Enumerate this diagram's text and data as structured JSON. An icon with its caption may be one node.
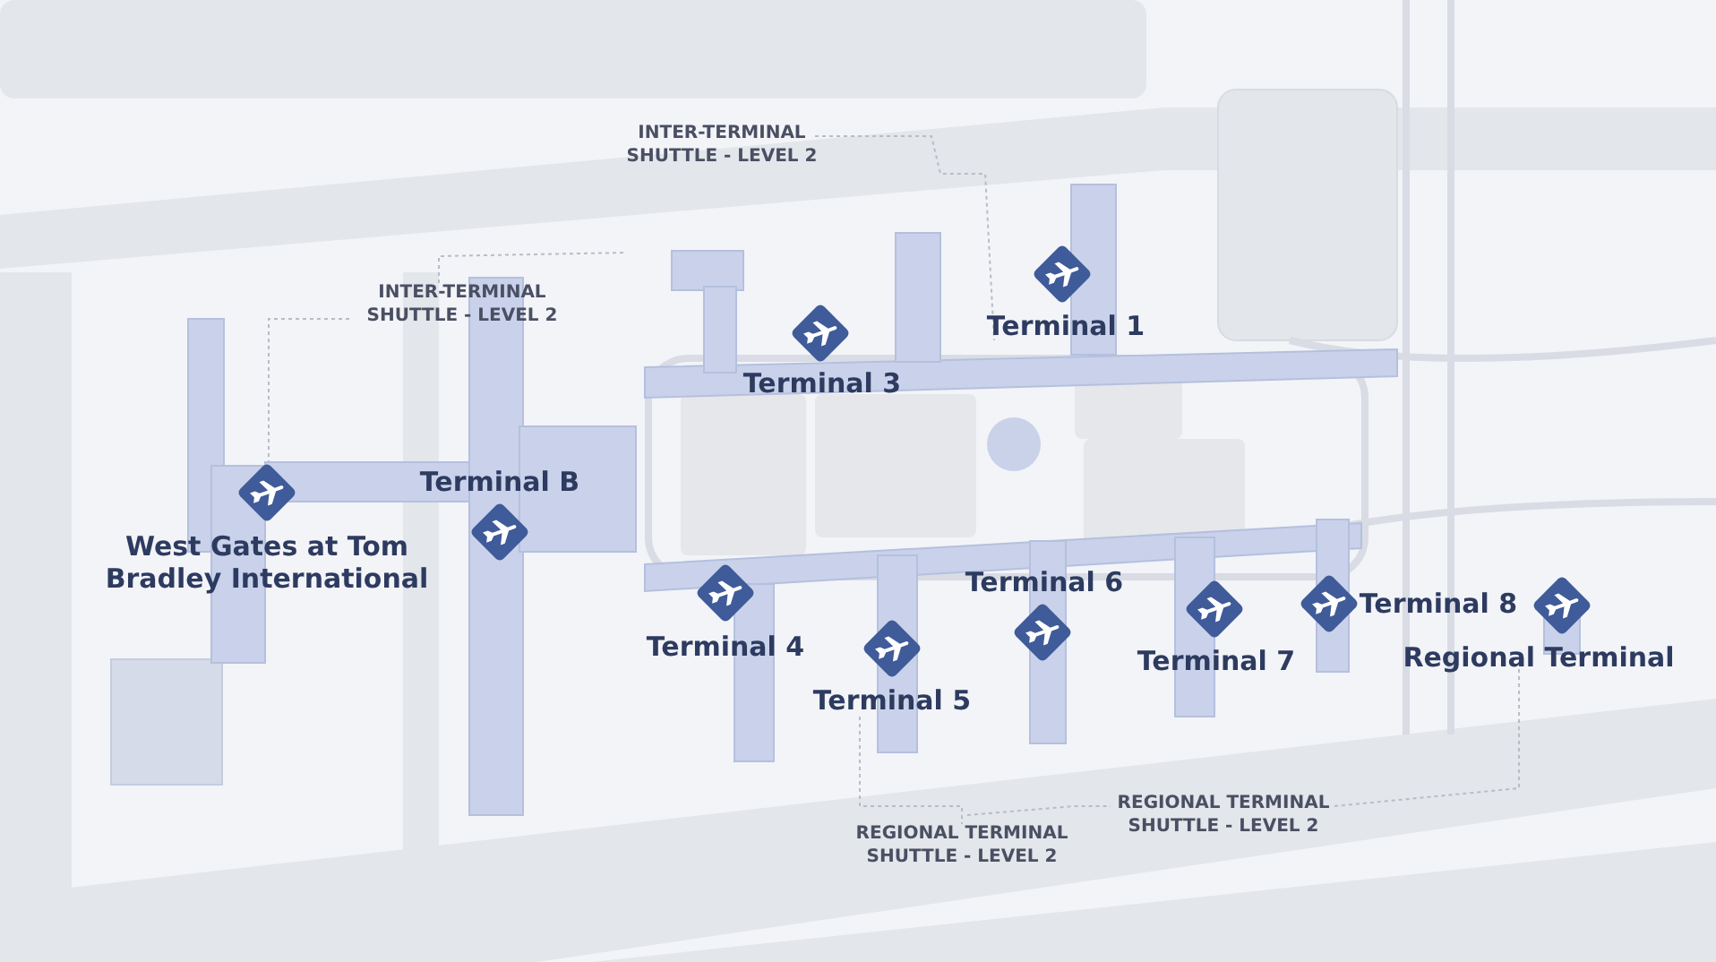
{
  "diagram": {
    "labels": [
      "INTER-TERMINAL SHUTTLE - LEVEL 2",
      "Terminal 1",
      "INTER-TERMINAL SHUTTLE - LEVEL 2",
      "Terminal 3",
      "Terminal B",
      "West Gates at Tom Bradley International",
      "Terminal 6",
      "Terminal 8",
      "Terminal 4",
      "Terminal 7",
      "Regional Terminal",
      "Terminal 5",
      "REGIONAL TERMINAL SHUTTLE - LEVEL 2",
      "REGIONAL TERMINAL SHUTTLE - LEVEL 2"
    ]
  }
}
